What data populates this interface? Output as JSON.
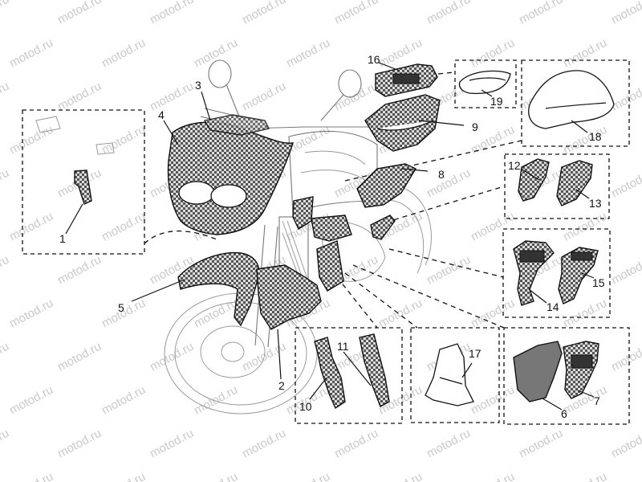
{
  "watermark_text": "motod.ru",
  "colors": {
    "line": "#111111",
    "watermark": "#c9c9c9",
    "carbon_dark": "#555555",
    "carbon_light": "#dddddd"
  },
  "labels": {
    "l1": "1",
    "l2": "2",
    "l3": "3",
    "l4": "4",
    "l5": "5",
    "l6": "6",
    "l7": "7",
    "l8": "8",
    "l9": "9",
    "l10": "10",
    "l11": "11",
    "l12": "12",
    "l13": "13",
    "l14": "14",
    "l15": "15",
    "l16": "16",
    "l17": "17",
    "l18": "18",
    "l19": "19"
  }
}
